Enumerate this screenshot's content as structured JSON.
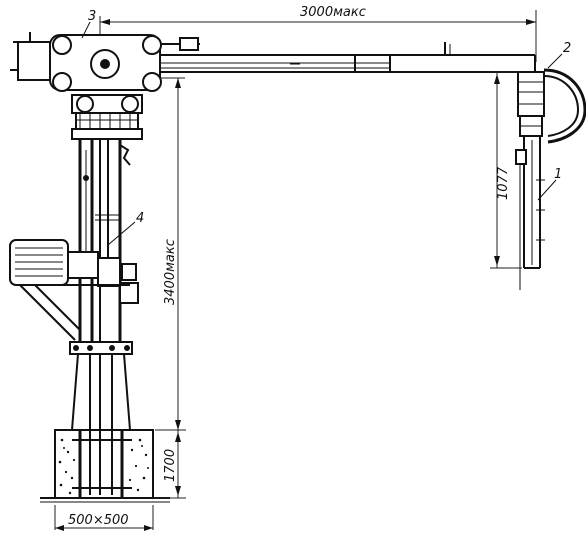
{
  "dimensions": {
    "reach": "3000макс",
    "height": "3400макс",
    "hose_length": "1077",
    "foundation_depth": "1700",
    "foundation_size": "500×500"
  },
  "callouts": {
    "c1": "1",
    "c2": "2",
    "c3": "3",
    "c4": "4"
  }
}
